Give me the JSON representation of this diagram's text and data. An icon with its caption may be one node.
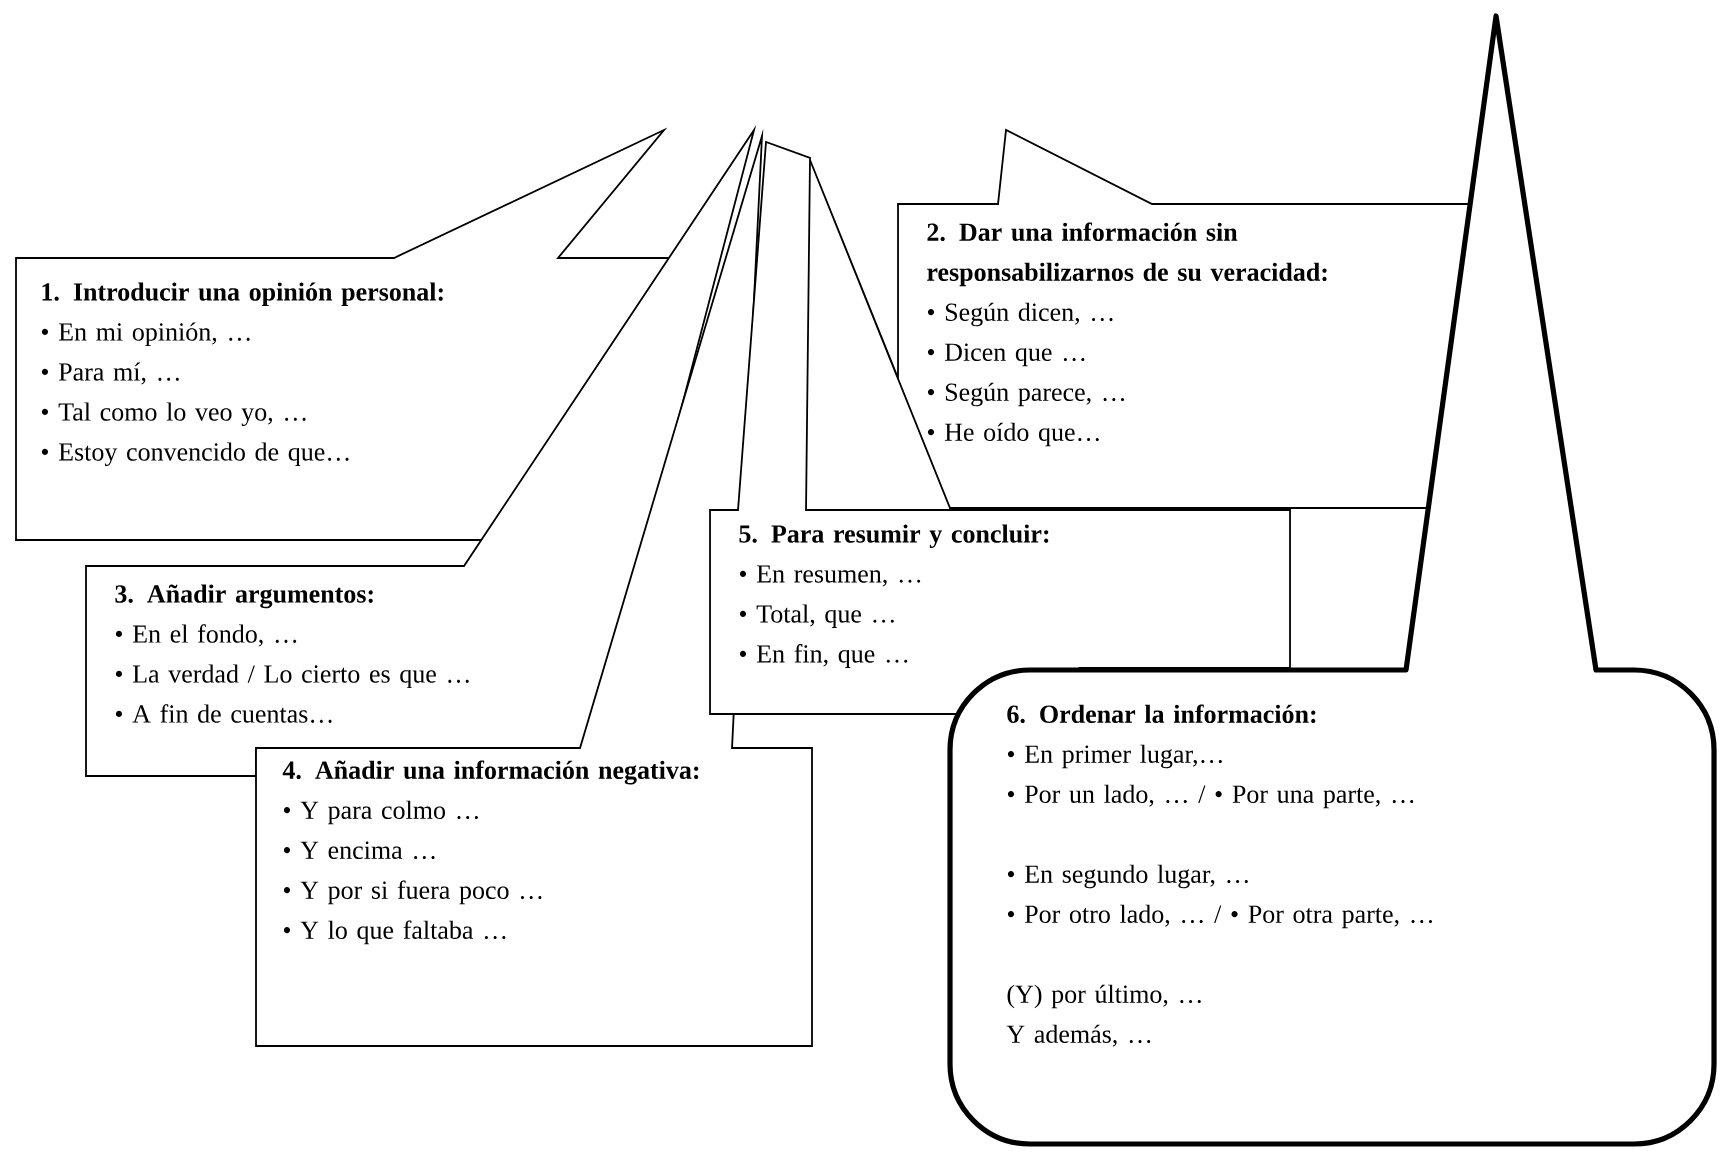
{
  "diagram": {
    "nodes": [
      {
        "text": [
          "1. Introducir una opinión personal:",
          "• En mi opinión, …",
          "• Para mí, …",
          "• Tal como lo veo yo, …",
          "• Estoy convencido de que…"
        ]
      },
      {
        "text": [
          "2. Dar una información sin responsabilizarnos de su veracidad:",
          "• Según dicen, …",
          "• Dicen que …",
          "• Según parece, …",
          "• He oído que…"
        ]
      },
      {
        "text": [
          "3. Añadir argumentos:",
          "• En el fondo, …",
          "• La verdad / Lo cierto es que …",
          "• A fin de cuentas…"
        ]
      },
      {
        "text": [
          "4. Añadir una información negativa:",
          "• Y para colmo …",
          "• Y encima …",
          "• Y por si fuera poco …",
          "• Y lo que faltaba …"
        ]
      },
      {
        "text": [
          "5. Para resumir y concluir:",
          "• En resumen, …",
          "• Total, que …",
          "• En fin, que …"
        ]
      },
      {
        "text": [
          "6. Ordenar la información:",
          "• En primer lugar,…",
          "• Por un lado, … / • Por una parte, …",
          "• En segundo lugar, …",
          "• Por otro lado, … / • Por otra parte, …",
          "(Y) por último, …",
          "Y además, …"
        ]
      }
    ]
  }
}
